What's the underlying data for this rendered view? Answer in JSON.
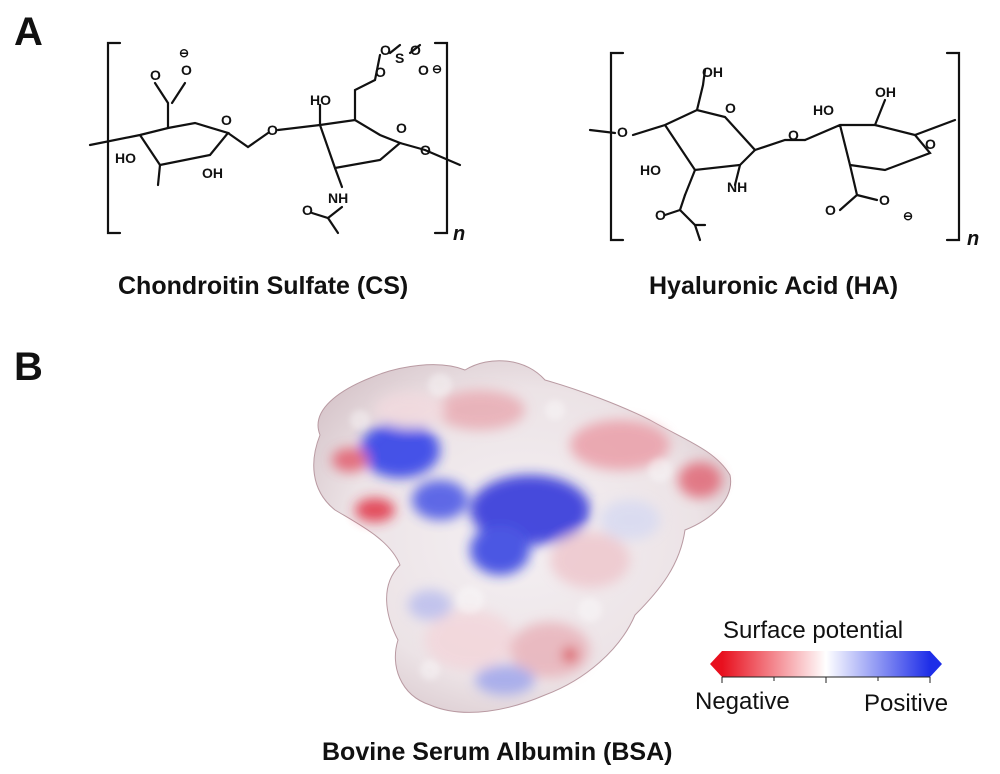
{
  "panels": {
    "a_label": "A",
    "b_label": "B"
  },
  "chondroitin": {
    "caption": "Chondroitin Sulfate (CS)",
    "repeat": "n",
    "labels": {
      "ho_left": "HO",
      "oh_bottom": "OH",
      "ho_right": "HO",
      "nh": "NH",
      "ring_o1": "O",
      "ring_o2": "O",
      "link_o": "O",
      "end_o": "O",
      "carbonyl_o": "O",
      "carboxylate_o": "O",
      "sulfate_s": "S",
      "sulfate_o1": "O",
      "sulfate_o2": "O",
      "sulfate_o3": "O",
      "sulfate_o4": "O",
      "acetyl_o": "O",
      "minus": "⊖"
    }
  },
  "hyaluronic": {
    "caption": "Hyaluronic Acid (HA)",
    "repeat": "n",
    "labels": {
      "oh_top": "OH",
      "ho_left": "HO",
      "nh": "NH",
      "ho_right": "HO",
      "oh_right": "OH",
      "o_start": "O",
      "ring_o1": "O",
      "link_o": "O",
      "ring_o2": "O",
      "acetyl_o": "O",
      "carbonyl_o": "O",
      "carboxylate_o": "O",
      "minus": "⊖"
    }
  },
  "protein": {
    "caption": "Bovine Serum Albumin (BSA)"
  },
  "colorbar": {
    "title": "Surface potential",
    "negative_label": "Negative",
    "positive_label": "Positive",
    "negative_color": "#e8101e",
    "neutral_color": "#ffffff",
    "positive_color": "#1e2ee8"
  }
}
